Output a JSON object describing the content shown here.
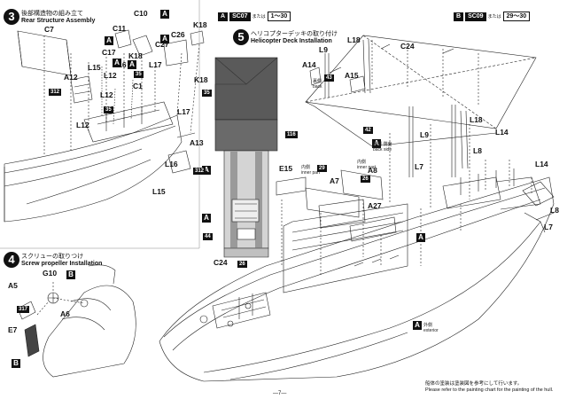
{
  "legend_a": {
    "key": "A",
    "code": "SC07",
    "or": "または",
    "range": "1～30"
  },
  "legend_b": {
    "key": "B",
    "code": "SC09",
    "or": "または",
    "range": "29～30"
  },
  "step3": {
    "num": "3",
    "jp": "後部構造物の組み立て",
    "en": "Rear Structure Assembly"
  },
  "step4": {
    "num": "4",
    "jp": "スクリューの取りつけ",
    "en": "Screw propeller Installation"
  },
  "step5": {
    "num": "5",
    "jp": "ヘリコプターデッキの取り付け",
    "en": "Helicopter Deck Installation"
  },
  "parts": {
    "C7": "C7",
    "C10": "C10",
    "C11": "C11",
    "C17": "C17",
    "K18": "K18",
    "C26": "C26",
    "C27": "C27",
    "L15": "L15",
    "L16": "L16",
    "L12": "L12",
    "L17": "L17",
    "C1": "C1",
    "A12": "A12",
    "A13": "A13",
    "C24": "C24",
    "L9": "L9",
    "L18": "L18",
    "A14": "A14",
    "A15": "A15",
    "E15": "E15",
    "A8": "A8",
    "A7": "A7",
    "A27": "A27",
    "L14": "L14",
    "L8": "L8",
    "L7": "L7",
    "A5": "A5",
    "G10": "G10",
    "A6": "A6",
    "E7": "E7"
  },
  "markers": {
    "a": "A",
    "b": "B",
    "k35": "35",
    "k312": "312",
    "k116": "116",
    "k44": "44",
    "k26": "26",
    "k43": "43",
    "k37": "317",
    "k29": "29",
    "k42": "42"
  },
  "notes": {
    "back": "裏側\nback",
    "back_side": "裏側 側面\nback side",
    "inner_part": "内側\ninner part",
    "exterior": "外側\nexterior"
  },
  "footer": {
    "jp": "船体の塗装は塗装図を参考にして行います。",
    "en": "Please refer to the painting chart for the painting of the hull."
  },
  "page_number": "―7―",
  "colors": {
    "ink": "#111111",
    "deck_dark": "#555555",
    "deck_light": "#c8c8c8"
  }
}
